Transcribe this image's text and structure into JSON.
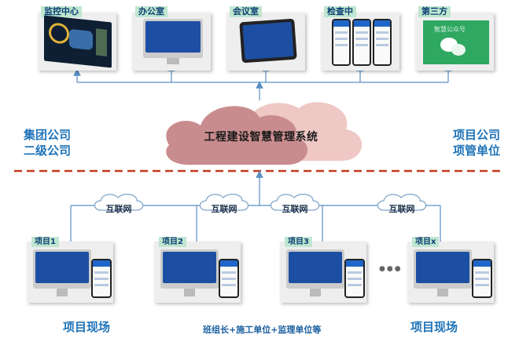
{
  "top_nodes": [
    {
      "label": "监控中心"
    },
    {
      "label": "办公室"
    },
    {
      "label": "会议室"
    },
    {
      "label": "检查中"
    },
    {
      "label": "第三方"
    }
  ],
  "wechat_text": "智慧公众号",
  "central_system": "工程建设智慧管理系统",
  "left_side": {
    "line1": "集团公司",
    "line2": "二级公司"
  },
  "right_side": {
    "line1": "项目公司",
    "line2": "项管单位"
  },
  "internet_label": "互联网",
  "projects": [
    {
      "label": "项目1"
    },
    {
      "label": "项目2"
    },
    {
      "label": "项目3"
    },
    {
      "label": "项目x"
    }
  ],
  "ellipsis": "●●●",
  "footer": {
    "left": "项目现场",
    "middle": "班组长+施工单位+监理单位等",
    "right": "项目现场"
  },
  "colors": {
    "label_bg": "#bfe6d0",
    "accent_blue": "#1f73b8",
    "connector": "#5a8fc4",
    "divider": "#c23a1c",
    "cloud_front": "#c98c8e",
    "cloud_back": "#efc8c5"
  }
}
